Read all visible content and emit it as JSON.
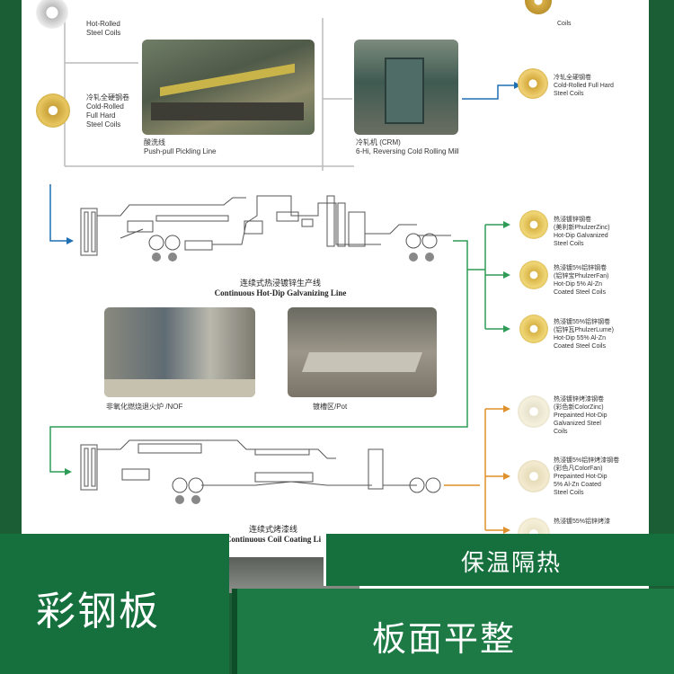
{
  "top_left": {
    "hot_rolled_en": "Hot-Rolled",
    "hot_rolled_en2": "Steel Coils",
    "cold_cn": "冷轧全硬钢卷",
    "cold_en1": "Cold-Rolled",
    "cold_en2": "Full Hard",
    "cold_en3": "Steel Coils"
  },
  "pickling": {
    "cn": "酸洗线",
    "en": "Push-pull Pickling Line"
  },
  "crm": {
    "cn": "冷轧机 (CRM)",
    "en": "6-Hi, Reversing Cold Rolling Mill"
  },
  "top_right_snippet": "Coils",
  "cold_full_hard": {
    "cn": "冷轧全硬钢卷",
    "en1": "Cold-Rolled Full Hard",
    "en2": "Steel Coils"
  },
  "galv_line": {
    "cn": "连续式热浸镀锌生产线",
    "en": "Continuous Hot-Dip Galvanizing Line"
  },
  "nof": {
    "cn": "非氧化燃烧退火炉 /NOF"
  },
  "pot": {
    "cn": "镀槽区/Pot"
  },
  "products_galv": [
    {
      "l1": "热浸镀锌钢卷",
      "l2": "(美利新PhulzerZinc)",
      "l3": "Hot-Dip Galvanized",
      "l4": "Steel Coils"
    },
    {
      "l1": "热浸镀5%铝锌钢卷",
      "l2": "(铝锌宝PhulzerFan)",
      "l3": "Hot-Dip 5% Al-Zn",
      "l4": "Coated Steel Coils"
    },
    {
      "l1": "热浸镀55%铝锌钢卷",
      "l2": "(铝锌瓦PhulzerLume)",
      "l3": "Hot-Dip 55% Al-Zn",
      "l4": "Coated Steel Coils"
    }
  ],
  "products_color": [
    {
      "l1": "热浸镀锌烤漆钢卷",
      "l2": "(彩色新ColorZinc)",
      "l3": "Prepainted Hot-Dip",
      "l4": "Galvanized Steel",
      "l5": "Coils"
    },
    {
      "l1": "热浸镀5%铝锌烤漆钢卷",
      "l2": "(彩色凡ColorFan)",
      "l3": "Prepainted Hot-Dip",
      "l4": "5% Al-Zn Coated",
      "l5": "Steel Coils"
    },
    {
      "l1": "热浸镀55%铝锌烤漆",
      "l2": "",
      "l3": "",
      "l4": "",
      "l5": ""
    }
  ],
  "coat_line": {
    "cn": "连续式烤漆线",
    "en": "Continuous Coil Coating Li"
  },
  "banners": {
    "b1": "彩钢板",
    "b2": "保温隔热",
    "b3": "板面平整"
  },
  "colors": {
    "frame": "#1b5e36",
    "banner": "#15703d",
    "arrow_blue": "#1f6fb3",
    "arrow_green": "#2e9b57",
    "arrow_orange": "#e0902c"
  }
}
